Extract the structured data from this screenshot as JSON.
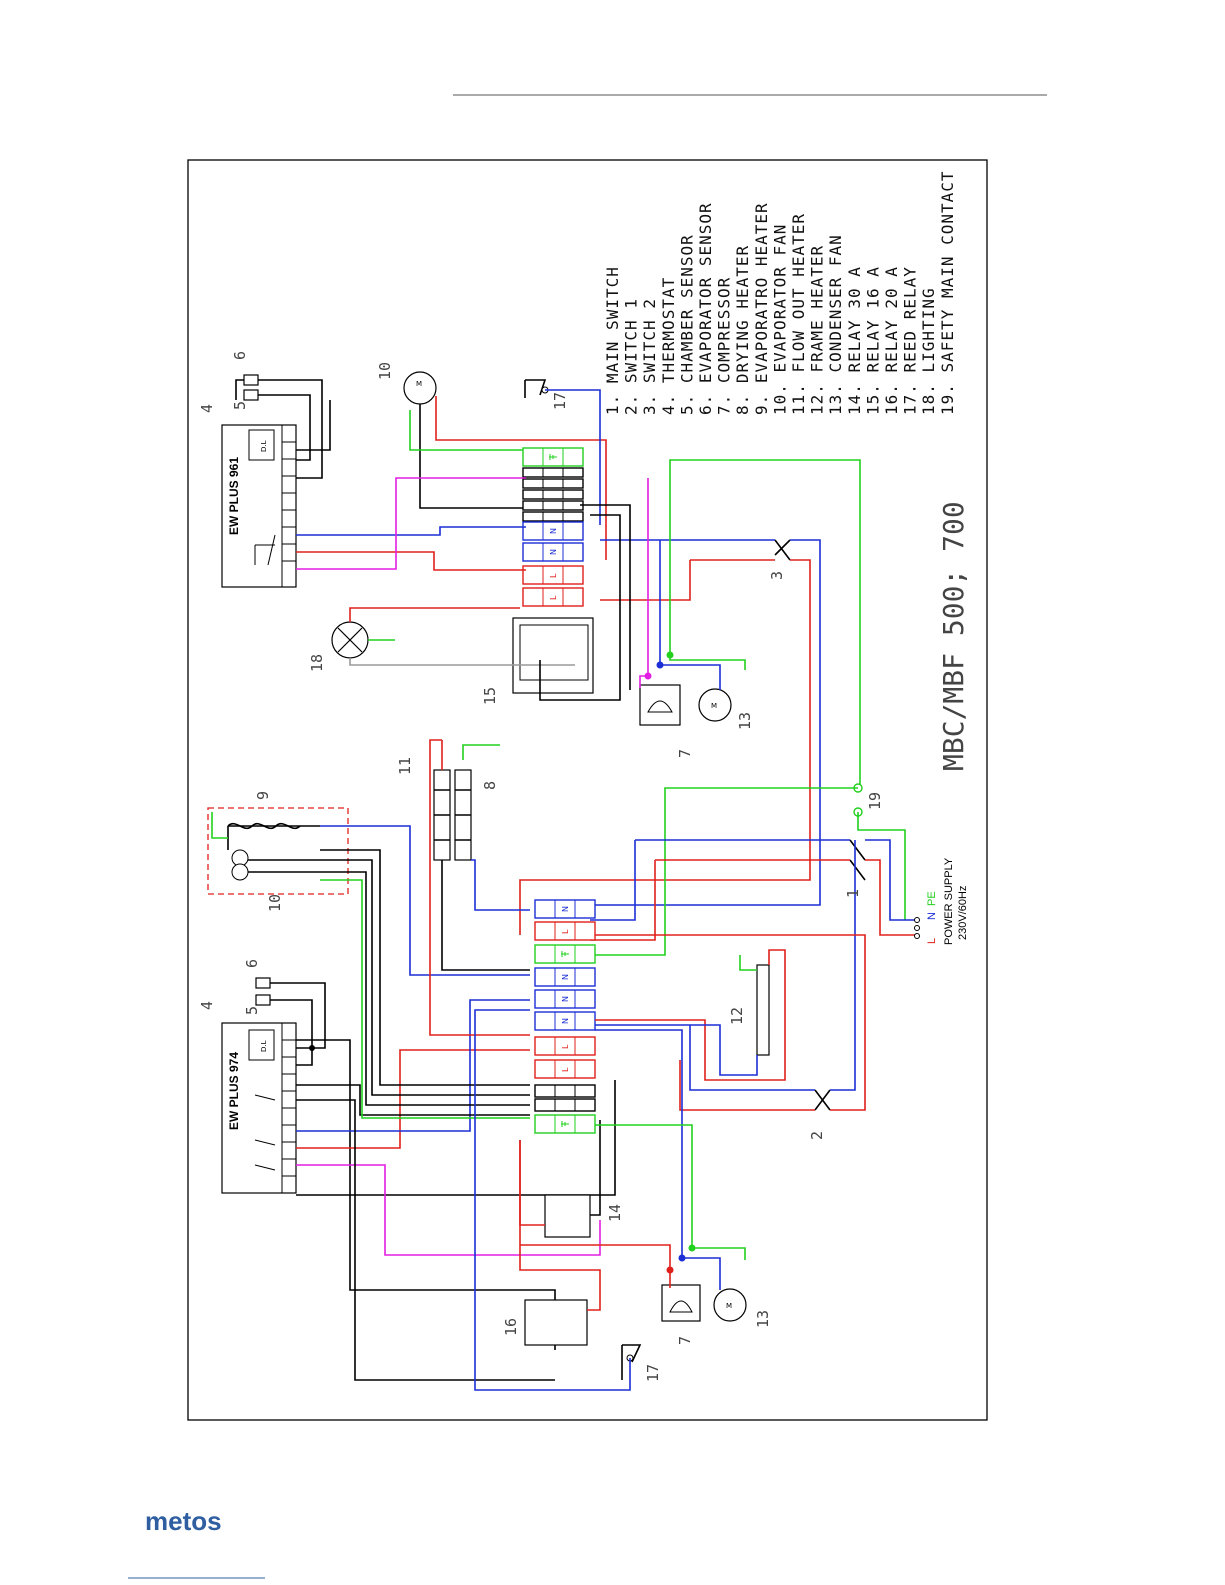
{
  "diagram": {
    "model_title": "MBC/MBF 500; 700",
    "brand": "metos",
    "legend": [
      "1. MAIN SWITCH",
      "2. SWITCH 1",
      "3. SWITCH 2",
      "4. THERMOSTAT",
      "5. CHAMBER SENSOR",
      "6. EVAPORATOR SENSOR",
      "7. COMPRESSOR",
      "8. DRYING HEATER",
      "9. EVAPORATRO HEATER",
      "10. EVAPORATOR FAN",
      "11. FLOW OUT HEATER",
      "12. FRAME HEATER",
      "13. CONDENSER FAN",
      "14. RELAY 30 A",
      "15. RELAY 16 A",
      "16. RELAY 20 A",
      "17. REED RELAY",
      "18. LIGHTING",
      "19. SAFETY MAIN CONTACT"
    ],
    "controllers": {
      "top": {
        "label": "EW PLUS 961",
        "dl": "D.L"
      },
      "bottom": {
        "label": "EW PLUS 974",
        "dl": "D.L"
      }
    },
    "power_supply": {
      "title": "POWER SUPPLY",
      "rating": "230V/60Hz",
      "terminals": [
        "L",
        "N",
        "PE"
      ]
    },
    "component_numbers": {
      "top_thermostat": "4",
      "top_sensor5": "5",
      "top_sensor6": "6",
      "top_fan": "10",
      "top_reed": "17",
      "lighting": "18",
      "relay15": "15",
      "switch3": "3",
      "top_compressor": "7",
      "top_condenser": "13",
      "flow_heater": "11",
      "drying_heater": "8",
      "evap_heater": "9",
      "evap_fan": "10",
      "safety_contact": "19",
      "main_switch": "1",
      "frame_heater": "12",
      "switch2": "2",
      "bot_thermostat": "4",
      "bot_sensor5": "5",
      "bot_sensor6": "6",
      "relay14": "14",
      "relay16": "16",
      "bot_compressor": "7",
      "bot_condenser": "13",
      "bot_reed": "17"
    },
    "terminal_symbols": {
      "line": "L",
      "neutral": "N",
      "fan_motor": "M"
    },
    "colors": {
      "live": "#e0201b",
      "neutral": "#1c2fd6",
      "earth": "#22d01e",
      "signal": "#e31ee3",
      "control": "#000000",
      "brand": "#2f5fa0"
    }
  }
}
